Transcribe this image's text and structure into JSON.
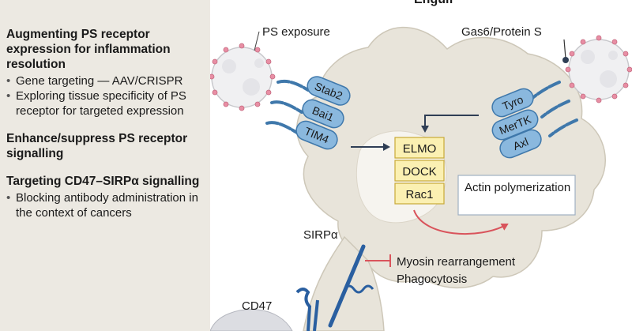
{
  "top_label": "Engulf",
  "left_panel": {
    "sections": [
      {
        "title": "Augmenting PS receptor expression for inflammation resolution",
        "bullets": [
          "Gene targeting — AAV/CRISPR",
          "Exploring tissue specificity of PS receptor for targeted expression"
        ]
      },
      {
        "title": "Enhance/suppress PS receptor signalling",
        "bullets": []
      },
      {
        "title": "Targeting CD47–SIRPα signalling",
        "bullets": [
          "Blocking antibody administration in the context of cancers"
        ]
      }
    ]
  },
  "diagram": {
    "ps_exposure_label": "PS exposure",
    "gas6_label": "Gas6/Protein S",
    "left_receptors": [
      "Stab2",
      "Bai1",
      "TIM4"
    ],
    "right_receptors": [
      "Tyro",
      "MerTK",
      "Axl"
    ],
    "signalling": [
      "ELMO",
      "DOCK",
      "Rac1"
    ],
    "actin_label": "Actin polymerization",
    "sirpa_label": "SIRPα",
    "myosin_label": "Myosin rearrangement",
    "phagocytosis_label": "Phagocytosis",
    "cd47_label": "CD47",
    "colors": {
      "cell": "#e8e4da",
      "receptor": "#8ab8de",
      "receptor_stroke": "#3f78ab",
      "signal_box": "#fbf0b2",
      "signal_stroke": "#c9a938",
      "arrow_red": "#d9545c",
      "sirpa_blue": "#2a5fa0",
      "left_panel_bg": "#ece9e2"
    }
  }
}
